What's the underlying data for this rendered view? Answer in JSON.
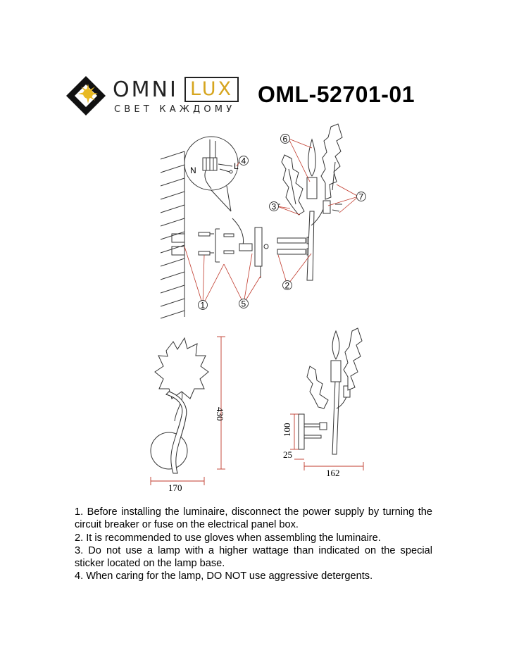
{
  "brand": {
    "name_left": "OMNI",
    "name_right": "LUX",
    "tagline": "СВЕТ КАЖДОМУ",
    "accent_color": "#d6a51e"
  },
  "model": "OML-52701-01",
  "callouts": {
    "c1": "1",
    "c2": "2",
    "c3": "3",
    "c4": "4",
    "c5": "5",
    "c6": "6",
    "c7": "7"
  },
  "wiring_labels": {
    "n": "N",
    "l": "L"
  },
  "dimensions": {
    "height": "430",
    "width": "170",
    "depth": "162",
    "base_height": "100",
    "base_depth": "25"
  },
  "instructions": [
    "1. Before installing the luminaire, disconnect the power supply by turning the circuit breaker or fuse on the electrical panel box.",
    "2. It is recommended to use gloves when assembling the luminaire.",
    "3. Do not use a lamp with a higher wattage than indicated on the special sticker located on the lamp base.",
    "4. When caring for the lamp, DO NOT use aggressive detergents."
  ],
  "colors": {
    "leader_lines": "#c0392b",
    "drawing": "#333333"
  }
}
